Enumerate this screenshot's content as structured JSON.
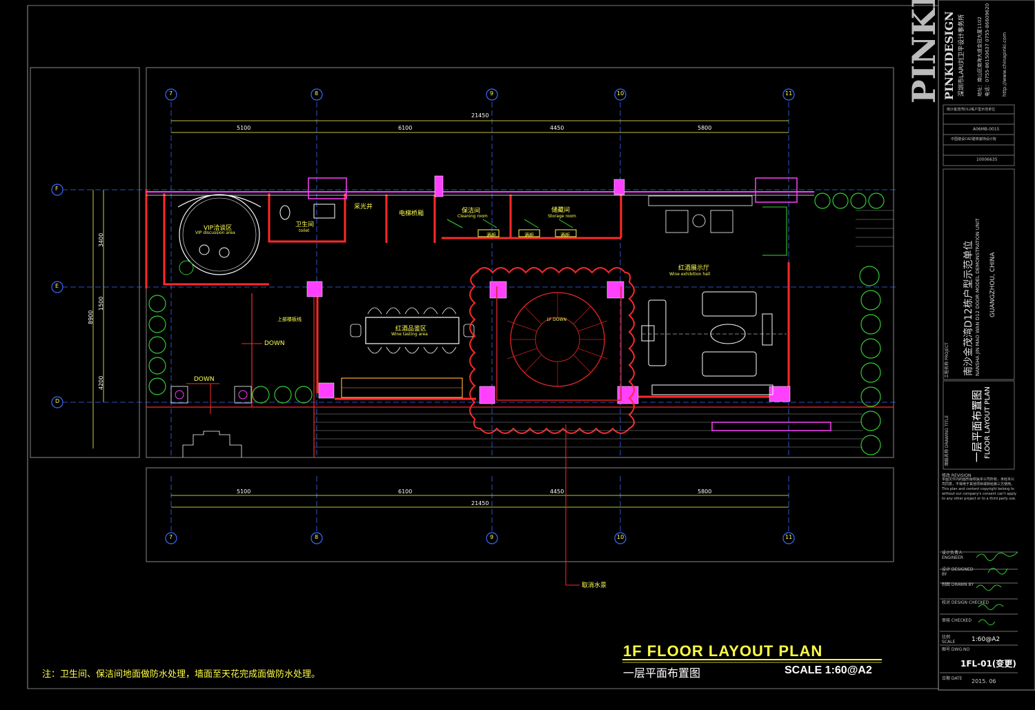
{
  "drawing": {
    "title_en": "1F FLOOR   LAYOUT   PLAN",
    "title_cn": "一层平面布置图",
    "scale": "SCALE  1:60@A2",
    "note": "注：卫生间、保洁间地面做防水处理，墙面至天花完成面做防水处理。"
  },
  "dimensions": {
    "top_total": "21450",
    "bottom_total": "21450",
    "segments": [
      "5100",
      "6100",
      "4450",
      "5800"
    ],
    "left": [
      "3400",
      "1500",
      "4200"
    ],
    "left_total": "8900"
  },
  "rooms": {
    "vip_cn": "VIP洽谈区",
    "vip_en": "VIP discussion area",
    "toilet_cn": "卫生间",
    "toilet_en": "toilet",
    "light_well": "采光井",
    "elevator": "电梯桥厢",
    "cleaning_cn": "保洁间",
    "cleaning_en": "Cleaning room",
    "storage_cn": "储藏间",
    "storage_en": "Storage room",
    "wine_hall_cn": "红酒展示厅",
    "wine_hall_en": "Wine exhibition hall",
    "tasting_cn": "红酒品鉴区",
    "tasting_en": "Wine tasting area",
    "stair_label": "1F  DOWN",
    "down1": "DOWN",
    "down2": "DOWN",
    "upper_floor": "上部楼板线",
    "cabinet1": "酒柜",
    "cabinet2": "酒柜",
    "cabinet3": "酒柜",
    "water_feature": "取消水景"
  },
  "grid_markers": [
    "7",
    "8",
    "9",
    "10",
    "11"
  ],
  "row_markers": [
    "F",
    "E",
    "D"
  ],
  "title_block": {
    "brand": "PINKIDESIGN",
    "brand_cn": "深圳市LARI刘卫平设计事务所",
    "contact_lines": [
      "地址：南山区南海大道金冠大厦1102",
      "电话：0755-86150637  0755-86609620",
      "http://www.chinapinki.com"
    ],
    "project_label": "工程名称 PROJECT",
    "project_cn": "南沙金茂湾D12栋户型示范单位",
    "project_en": "NANSHA JIN MAO WAN D12 DOOR MODEL DEMONSTRATION UNIT",
    "city": "GUANGZHOU, CHINA",
    "drawing_title_label": "图纸名称 DRAWING TITLE",
    "drawing_title_cn": "一层平面布置图",
    "drawing_title_en": "FLOOR LAYOUT PLAN",
    "revision_label": "修改 REVISION",
    "revision_text": "本图文件内的图形版权属本公司所有，未经本公司同意，不得用于其他项目或转给第三方使用。This plan and content copyright belong to without our company's consent can't apply to any other project or to a third party use.",
    "engineer_label": "设计负责人 ENGINEER",
    "designed_label": "设计 DESIGNED BY",
    "drawn_label": "制图 DRAWN BY",
    "checked_label": "校对 DESIGN CHECKED",
    "approved_label": "审核 CHECKED",
    "scale_label": "比例 SCALE",
    "scale_value": "1:60@A2",
    "dwg_label": "图号 DWG.NO",
    "dwg_value": "1FL-01(变更)",
    "date_label": "日期 DATE",
    "date_value": "2015. 06",
    "top_table": [
      "南沙金茂湾D12栋户型示范单位",
      "A06MB-0015",
      "中国建设CAD建筑装饰设计院",
      "10006635"
    ]
  },
  "colors": {
    "wall": "#ff2a2a",
    "dim": "#ffff55",
    "grid": "#3b6bff",
    "furniture": "#ffffff",
    "accent": "#ff40ff",
    "green": "#33cc33",
    "text": "#ffff44",
    "cyan": "#33dddd"
  }
}
